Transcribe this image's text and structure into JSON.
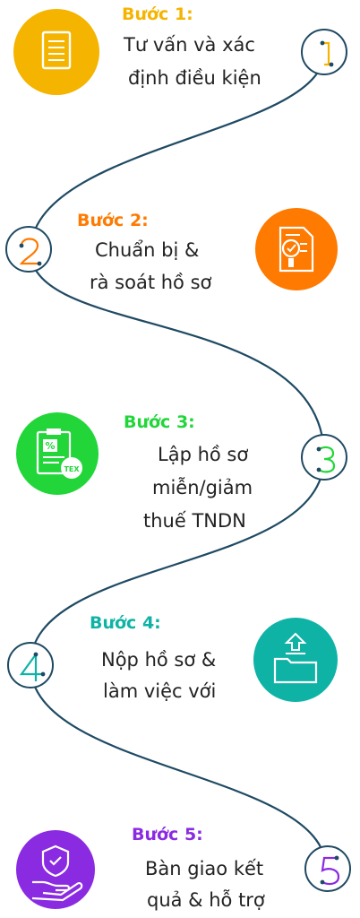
{
  "steps": [
    {
      "label": "Bước 1:",
      "lines": [
        "Tư vấn và xác",
        "định điều kiện"
      ],
      "color": "#f5b400",
      "icon": "document-icon",
      "number": "1"
    },
    {
      "label": "Bước 2:",
      "lines": [
        "Chuẩn bị &",
        "rà soát hồ sơ"
      ],
      "color": "#ff7a00",
      "icon": "document-check-icon",
      "number": "2"
    },
    {
      "label": "Bước 3:",
      "lines": [
        "Lập hồ sơ",
        "miễn/giảm",
        "thuế TNDN"
      ],
      "color": "#22d63a",
      "icon": "tax-clipboard-icon",
      "number": "3"
    },
    {
      "label": "Bước 4:",
      "lines": [
        "Nộp hồ sơ &",
        "làm việc với"
      ],
      "color": "#0fb3a6",
      "icon": "folder-upload-icon",
      "number": "4"
    },
    {
      "label": "Bước 5:",
      "lines": [
        "Bàn giao kết",
        "quả & hỗ trợ"
      ],
      "color": "#8a2be2",
      "icon": "hand-shield-icon",
      "number": "5"
    }
  ],
  "icon_texts": {
    "tax_tag": "TEX"
  },
  "line_color": "#1f4a63"
}
